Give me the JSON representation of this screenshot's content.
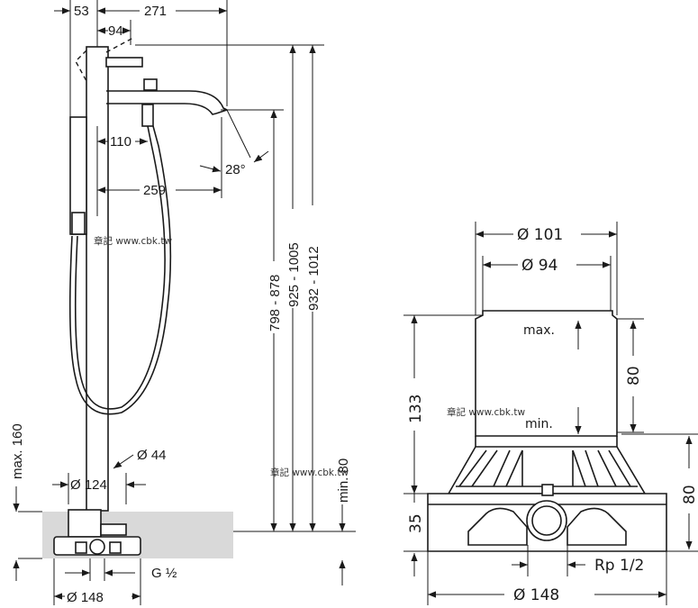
{
  "left_view": {
    "dims": {
      "d53": "53",
      "d271": "271",
      "d94": "94",
      "d110": "110",
      "d259": "259",
      "angle": "28°",
      "h798": "798 - 878",
      "h925": "925 - 1005",
      "h932": "932 - 1012",
      "max160": "max. 160",
      "min80": "min. 80",
      "dia44": "Ø 44",
      "dia124": "Ø 124",
      "g12": "G ½",
      "dia148": "Ø 148"
    },
    "watermarks": [
      "章記 www.cbk.tw",
      "章記 www.cbk.tw"
    ]
  },
  "right_view": {
    "dims": {
      "dia101": "Ø 101",
      "dia94": "Ø 94",
      "max": "max.",
      "min": "min.",
      "d80top": "80",
      "d133": "133",
      "d80right": "80",
      "d35": "35",
      "rp": "Rp 1/2",
      "dia148": "Ø 148"
    },
    "watermark": "章記 www.cbk.tw"
  },
  "colors": {
    "line": "#1a1a1a",
    "floor": "#d9d9d9"
  }
}
